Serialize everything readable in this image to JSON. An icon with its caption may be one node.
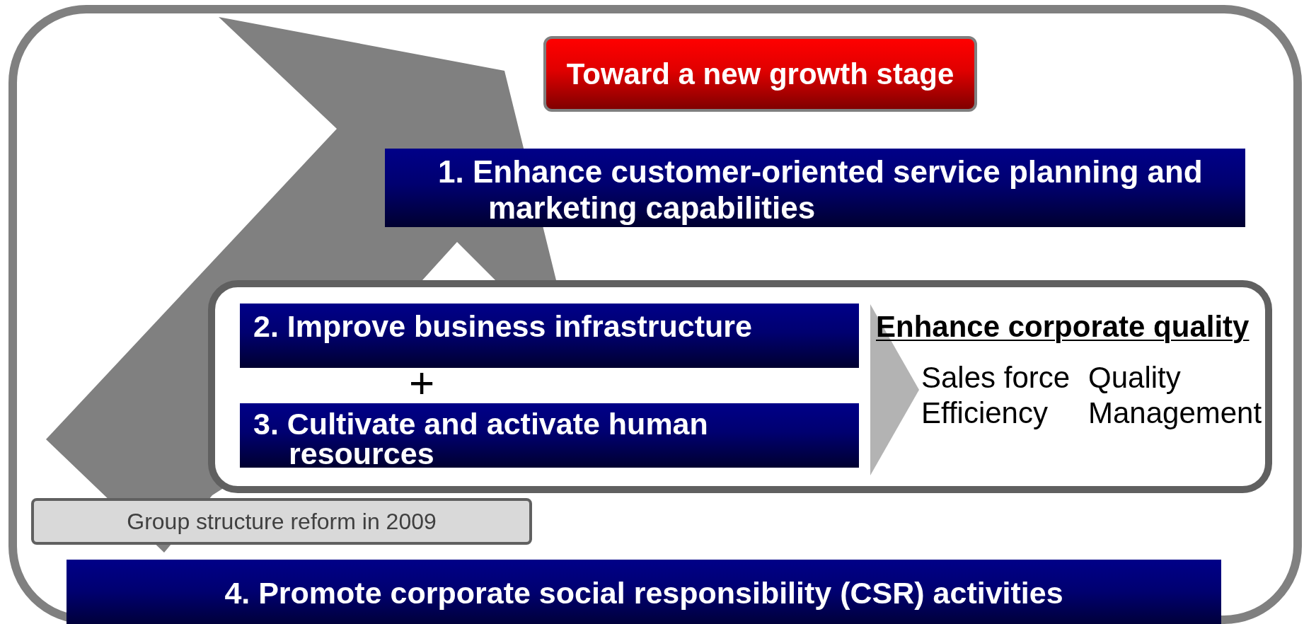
{
  "diagram": {
    "nodes": [
      {
        "text": [
          "Toward a new growth stage"
        ]
      },
      {
        "text": [
          "1. Enhance customer-oriented service planning and marketing capabilities"
        ]
      },
      {
        "text": [],
        "shape": "box"
      },
      {
        "text": [
          "2. Improve business infrastructure"
        ],
        "in": 2
      },
      {
        "text": [
          "3. Cultivate and activate human resources"
        ],
        "in": 2
      },
      {
        "text": [
          "Enhance corporate quality",
          "Sales force",
          "Quality",
          "Efficiency",
          "Management"
        ],
        "in": 2
      },
      {
        "text": [
          "Group structure reform in 2009"
        ]
      },
      {
        "text": [
          "4. Promote corporate social responsibility (CSR) activities"
        ]
      }
    ],
    "edges": [
      {
        "from": 3,
        "to": 5,
        "arrow": "to"
      },
      {
        "from": 4,
        "to": 5,
        "arrow": "to"
      }
    ],
    "labels": [
      "+"
    ]
  }
}
